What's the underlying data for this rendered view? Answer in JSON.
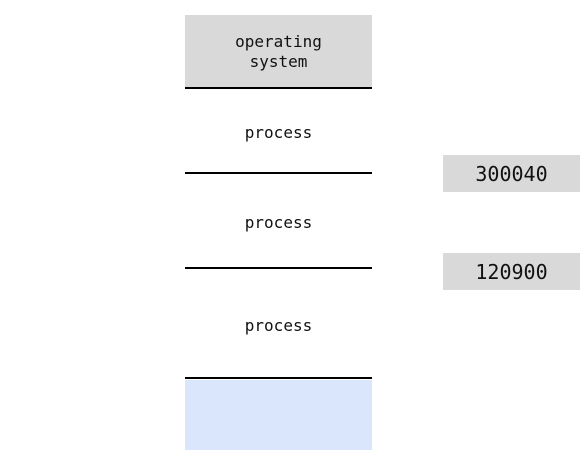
{
  "memory": {
    "os_block": {
      "line1": "operating",
      "line2": "system"
    },
    "processes": [
      {
        "label": "process"
      },
      {
        "label": "process"
      },
      {
        "label": "process"
      }
    ],
    "colors": {
      "os_fill": "#d9d9d9",
      "free_fill": "#dae6fc",
      "divider": "#000000",
      "tag_fill": "#d9d9d9"
    }
  },
  "address_tags": [
    {
      "value": "300040"
    },
    {
      "value": "120900"
    }
  ]
}
